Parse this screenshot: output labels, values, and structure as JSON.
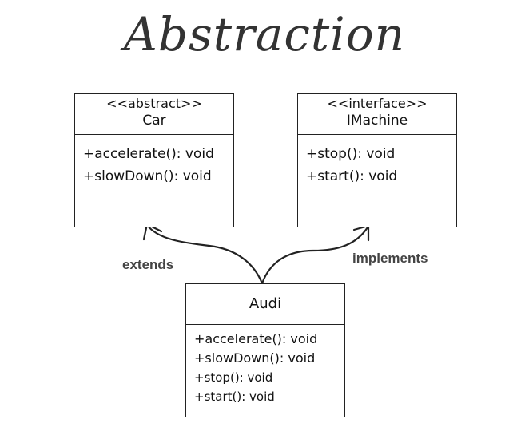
{
  "title": "Abstraction",
  "classes": {
    "car": {
      "stereotype": "<<abstract>>",
      "name": "Car",
      "methods": [
        "+accelerate(): void",
        "+slowDown(): void"
      ]
    },
    "imachine": {
      "stereotype": "<<interface>>",
      "name": "IMachine",
      "methods": [
        "+stop(): void",
        "+start(): void"
      ]
    },
    "audi": {
      "name": "Audi",
      "methods": [
        "+accelerate(): void",
        "+slowDown(): void",
        "+stop(): void",
        "+start(): void"
      ]
    }
  },
  "relations": {
    "extends_label": "extends",
    "implements_label": "implements"
  },
  "colors": {
    "line": "#222222",
    "label": "#444444",
    "title": "#333333"
  }
}
